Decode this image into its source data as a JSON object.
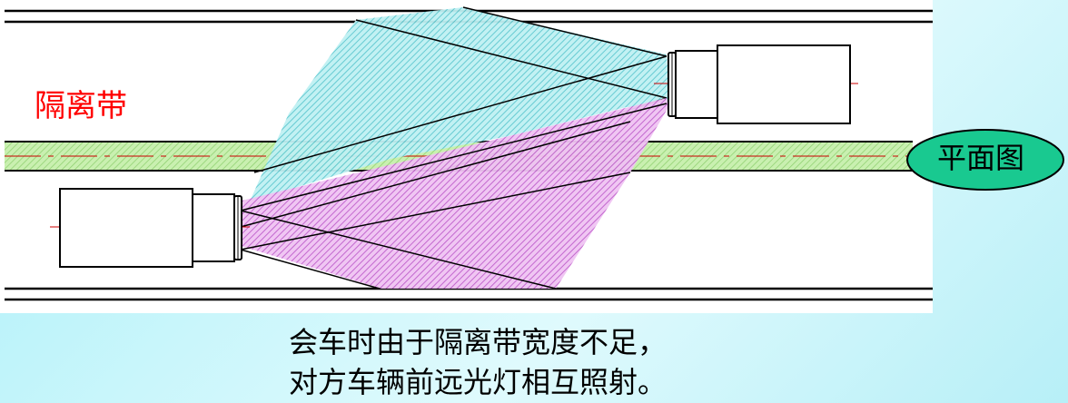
{
  "median_label": "隔离带",
  "plan_view_label": "平面图",
  "caption": {
    "line1": "会车时由于隔离带宽度不足，",
    "line2": "对方车辆前远光灯相互照射。"
  },
  "colors": {
    "road_background": "#ffffff",
    "median_strip": "#bfeea0",
    "upper_vehicle_beam": "#8fe0e3",
    "lower_vehicle_beam": "#d98ae0",
    "centerline": "#cc0000",
    "plan_view_badge": "#19c990",
    "median_label": "#ff0000"
  },
  "icons": {
    "upper_vehicle": "truck-facing-left-icon",
    "lower_vehicle": "truck-facing-right-icon"
  }
}
